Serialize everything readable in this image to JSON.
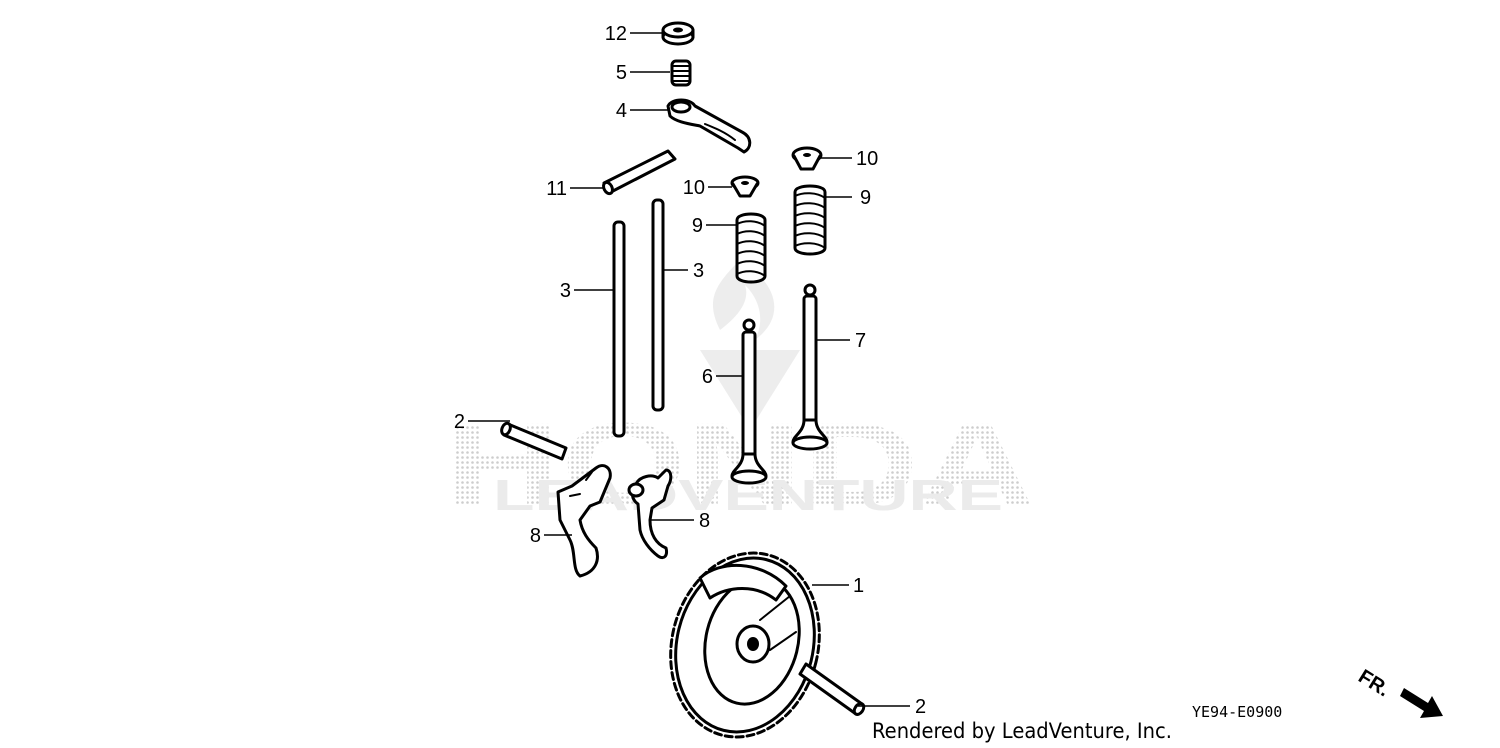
{
  "diagram": {
    "callouts": [
      {
        "id": "c12",
        "text": "12"
      },
      {
        "id": "c5",
        "text": "5"
      },
      {
        "id": "c4",
        "text": "4"
      },
      {
        "id": "c11",
        "text": "11"
      },
      {
        "id": "c10a",
        "text": "10"
      },
      {
        "id": "c10b",
        "text": "10"
      },
      {
        "id": "c9a",
        "text": "9"
      },
      {
        "id": "c9b",
        "text": "9"
      },
      {
        "id": "c3a",
        "text": "3"
      },
      {
        "id": "c3b",
        "text": "3"
      },
      {
        "id": "c7",
        "text": "7"
      },
      {
        "id": "c6",
        "text": "6"
      },
      {
        "id": "c2a",
        "text": "2"
      },
      {
        "id": "c8a",
        "text": "8"
      },
      {
        "id": "c8b",
        "text": "8"
      },
      {
        "id": "c1",
        "text": "1"
      },
      {
        "id": "c2b",
        "text": "2"
      }
    ],
    "diagram_code": "YE94-E0900",
    "direction_label": "FR.",
    "credit": "Rendered by LeadVenture, Inc.",
    "watermark": {
      "brand": "HONDA",
      "sub": "LEADVENTURE"
    }
  }
}
